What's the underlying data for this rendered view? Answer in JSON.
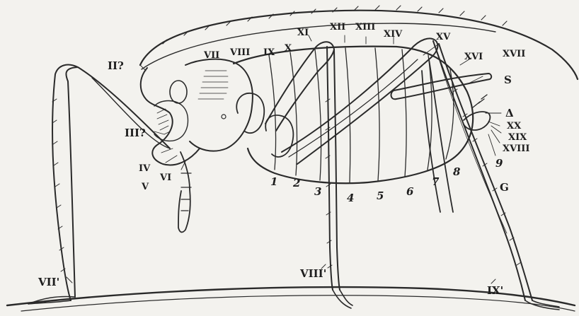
{
  "figure": {
    "labels": {
      "ii": "II?",
      "iii": "III?",
      "iv": "IV",
      "v": "V",
      "vi": "VI",
      "vii": "VII",
      "viii": "VIII",
      "ix": "IX",
      "x": "X",
      "xi": "XI",
      "xii": "XII",
      "xiii": "XIII",
      "xiv": "XIV",
      "xv": "XV",
      "xvi": "XVI",
      "xvii": "XVII",
      "xviii": "XVIII",
      "xix": "XIX",
      "xx": "XX",
      "s": "S",
      "delta": "Δ",
      "g": "G",
      "leg_vii": "VII'",
      "leg_viii": "VIII'",
      "leg_ix": "IX'"
    },
    "segment_numbers": [
      "1",
      "2",
      "3",
      "4",
      "5",
      "6",
      "7",
      "8",
      "9"
    ]
  }
}
